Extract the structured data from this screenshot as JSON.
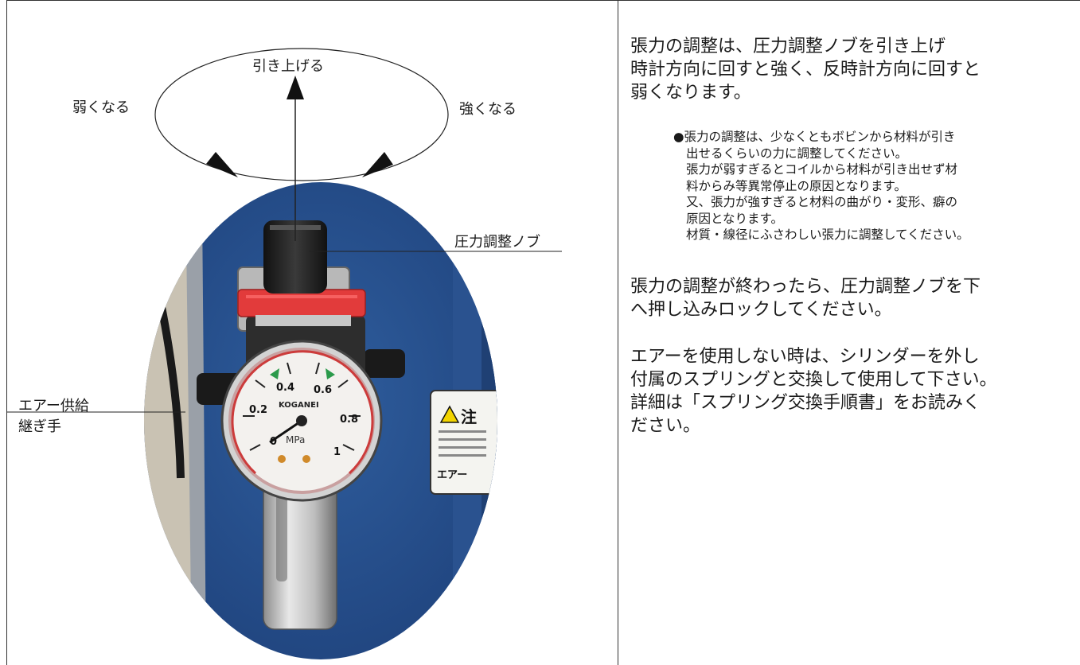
{
  "diagram": {
    "pull_up_label": "引き上げる",
    "weaker_label": "弱くなる",
    "stronger_label": "強くなる",
    "knob_label": "圧力調整ノブ",
    "air_joint_label_line1": "エアー供給",
    "air_joint_label_line2": "継ぎ手",
    "gauge": {
      "brand": "KOGANEI",
      "unit": "MPa",
      "scale": [
        "0",
        "0.2",
        "0.4",
        "0.6",
        "0.8",
        "1"
      ]
    },
    "warning_sticker": {
      "title": "注",
      "footer": "エアー"
    }
  },
  "instructions": {
    "para1": [
      "張力の調整は、圧力調整ノブを引き上げ",
      "時計方向に回すと強く、反時計方向に回すと",
      "弱くなります。"
    ],
    "notes": [
      "●張力の調整は、少なくともボビンから材料が引き",
      "出せるくらいの力に調整してください。",
      "張力が弱すぎるとコイルから材料が引き出せず材",
      "料からみ等異常停止の原因となります。",
      "又、張力が強すぎると材料の曲がり・変形、癖の",
      "原因となります。",
      "材質・線径にふさわしい張力に調整してください。"
    ],
    "para2": [
      "張力の調整が終わったら、圧力調整ノブを下",
      "へ押し込みロックしてください。"
    ],
    "para3": [
      "エアーを使用しない時は、シリンダーを外し",
      "付属のスプリングと交換して使用して下さい。",
      "詳細は「スプリング交換手順書」をお読みく",
      "ださい。"
    ]
  }
}
